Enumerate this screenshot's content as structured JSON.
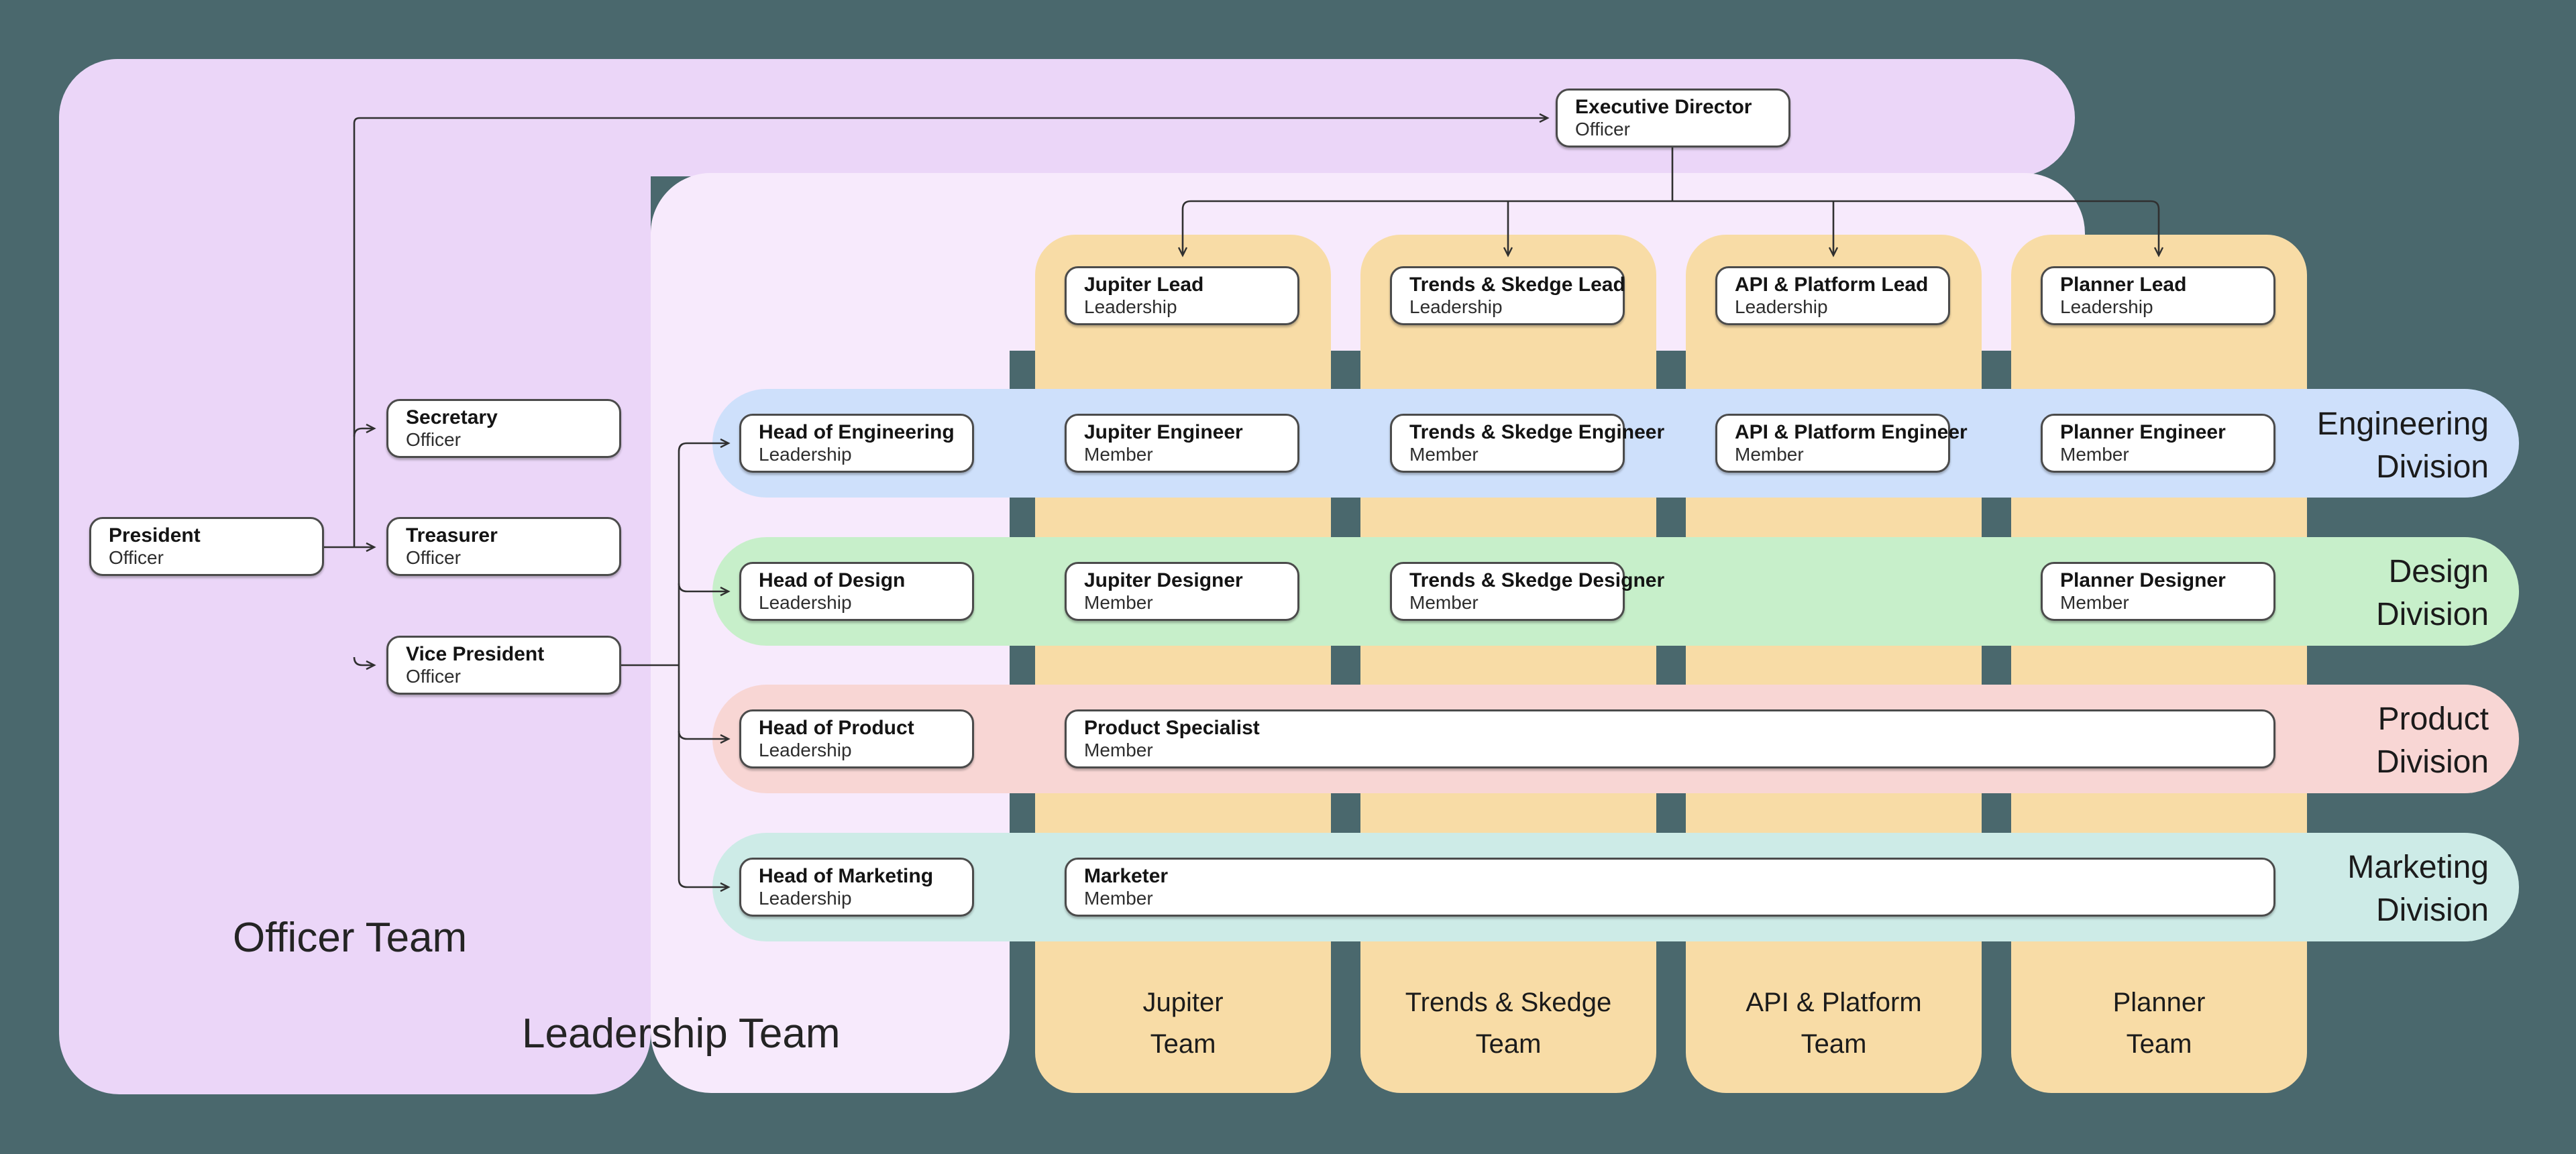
{
  "canvas": {
    "background_color": "#4a686d"
  },
  "groups": {
    "officer": {
      "label": "Officer Team",
      "color": "#ebd6f8"
    },
    "leadership": {
      "label": "Leadership Team",
      "color": "#f7eafc"
    }
  },
  "teams": [
    {
      "name": "Jupiter",
      "suffix": "Team",
      "color": "#f8dca6"
    },
    {
      "name": "Trends & Skedge",
      "suffix": "Team",
      "color": "#f8dca6"
    },
    {
      "name": "API & Platform",
      "suffix": "Team",
      "color": "#f8dca6"
    },
    {
      "name": "Planner",
      "suffix": "Team",
      "color": "#f8dca6"
    }
  ],
  "divisions": [
    {
      "name": "Engineering",
      "suffix": "Division",
      "color": "#cee0fb"
    },
    {
      "name": "Design",
      "suffix": "Division",
      "color": "#c7efca"
    },
    {
      "name": "Product",
      "suffix": "Division",
      "color": "#f8d6d4"
    },
    {
      "name": "Marketing",
      "suffix": "Division",
      "color": "#cdebe7"
    }
  ],
  "boxes": {
    "president": {
      "title": "President",
      "subtitle": "Officer"
    },
    "secretary": {
      "title": "Secretary",
      "subtitle": "Officer"
    },
    "treasurer": {
      "title": "Treasurer",
      "subtitle": "Officer"
    },
    "vice_president": {
      "title": "Vice President",
      "subtitle": "Officer"
    },
    "executive_director": {
      "title": "Executive Director",
      "subtitle": "Officer"
    },
    "jupiter_lead": {
      "title": "Jupiter Lead",
      "subtitle": "Leadership"
    },
    "trends_skedge_lead": {
      "title": "Trends & Skedge Lead",
      "subtitle": "Leadership"
    },
    "api_platform_lead": {
      "title": "API & Platform Lead",
      "subtitle": "Leadership"
    },
    "planner_lead": {
      "title": "Planner Lead",
      "subtitle": "Leadership"
    },
    "head_engineering": {
      "title": "Head of Engineering",
      "subtitle": "Leadership"
    },
    "jupiter_engineer": {
      "title": "Jupiter Engineer",
      "subtitle": "Member"
    },
    "trends_skedge_engineer": {
      "title": "Trends & Skedge Engineer",
      "subtitle": "Member"
    },
    "api_platform_engineer": {
      "title": "API & Platform Engineer",
      "subtitle": "Member"
    },
    "planner_engineer": {
      "title": "Planner Engineer",
      "subtitle": "Member"
    },
    "head_design": {
      "title": "Head of Design",
      "subtitle": "Leadership"
    },
    "jupiter_designer": {
      "title": "Jupiter Designer",
      "subtitle": "Member"
    },
    "trends_skedge_designer": {
      "title": "Trends & Skedge Designer",
      "subtitle": "Member"
    },
    "planner_designer": {
      "title": "Planner Designer",
      "subtitle": "Member"
    },
    "head_product": {
      "title": "Head of Product",
      "subtitle": "Leadership"
    },
    "product_specialist": {
      "title": "Product Specialist",
      "subtitle": "Member"
    },
    "head_marketing": {
      "title": "Head of Marketing",
      "subtitle": "Leadership"
    },
    "marketer": {
      "title": "Marketer",
      "subtitle": "Member"
    }
  },
  "line_color": "#303030"
}
